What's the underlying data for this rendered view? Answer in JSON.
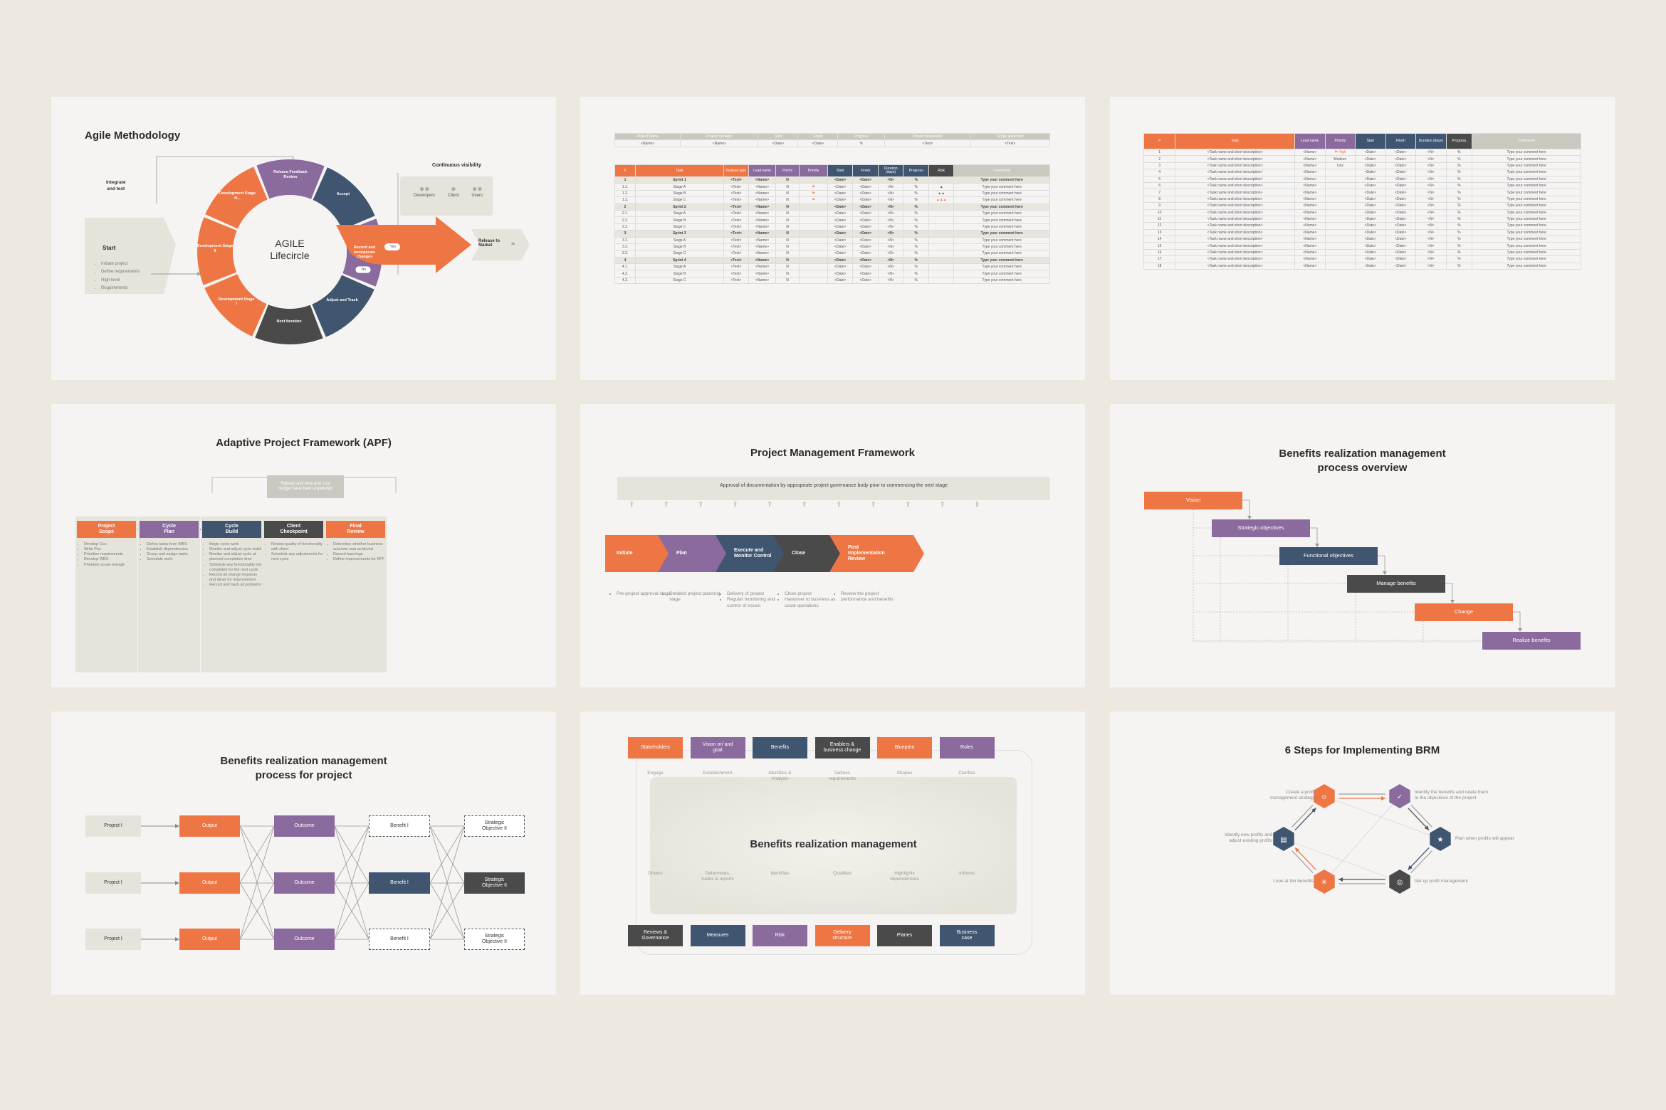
{
  "s1": {
    "title": "Agile Methodology",
    "integrate": "Integrate\nand test",
    "continuous": "Continuous visibility",
    "start": "Start",
    "start_items": [
      "Initiate project",
      "Define requirements",
      "High level",
      "Requirements"
    ],
    "center": "AGILE\nLifecircle",
    "segments": [
      "Release Feedback Review",
      "Accept",
      "Record and incorporate changes",
      "Adjust and Track",
      "Next Iteration",
      "Development Stage I",
      "Development Stage II",
      "Development Stage N..."
    ],
    "yes": "Yes",
    "no": "No",
    "release": "Release to\nMarket",
    "people": [
      "Developers",
      "Client",
      "Users"
    ]
  },
  "s2": {
    "top_headers": [
      "Project Name",
      "Project manager",
      "Start",
      "Finish",
      "Progress",
      "Project deliverable",
      "Scope statement"
    ],
    "top_values": [
      "<Name>",
      "<Name>",
      "<Date>",
      "<Date>",
      "%",
      "<Text>",
      "<Text>"
    ],
    "headers": [
      "#",
      "Task",
      "Feature type",
      "Lead name",
      "Points",
      "Priority",
      "Start",
      "Finish",
      "Duration (days)",
      "Progress",
      "Risk",
      "Comments"
    ],
    "rows": [
      [
        "1",
        "Sprint 1",
        "<Text>",
        "<Name>",
        "N",
        "",
        "<Date>",
        "<Date>",
        "<N>",
        "%",
        "",
        "Type your comment here"
      ],
      [
        "1.1.",
        "Stage A",
        "<Text>",
        "<Name>",
        "N",
        "flag",
        "<Date>",
        "<Date>",
        "<N>",
        "%",
        "r1",
        "Type your comment here"
      ],
      [
        "1.2.",
        "Stage B",
        "<Text>",
        "<Name>",
        "N",
        "flag",
        "<Date>",
        "<Date>",
        "<N>",
        "%",
        "r2",
        "Type your comment here"
      ],
      [
        "1.3.",
        "Stage C",
        "<Text>",
        "<Name>",
        "N",
        "flag",
        "<Date>",
        "<Date>",
        "<N>",
        "%",
        "r3",
        "Type your comment here"
      ],
      [
        "2",
        "Sprint 2",
        "<Text>",
        "<Name>",
        "N",
        "",
        "<Date>",
        "<Date>",
        "<N>",
        "%",
        "",
        "Type your comment here"
      ],
      [
        "2.1.",
        "Stage A",
        "<Text>",
        "<Name>",
        "N",
        "",
        "<Date>",
        "<Date>",
        "<N>",
        "%",
        "",
        "Type your comment here"
      ],
      [
        "2.2.",
        "Stage B",
        "<Text>",
        "<Name>",
        "N",
        "",
        "<Date>",
        "<Date>",
        "<N>",
        "%",
        "",
        "Type your comment here"
      ],
      [
        "2.3.",
        "Stage C",
        "<Text>",
        "<Name>",
        "N",
        "",
        "<Date>",
        "<Date>",
        "<N>",
        "%",
        "",
        "Type your comment here"
      ],
      [
        "3",
        "Sprint 3",
        "<Text>",
        "<Name>",
        "N",
        "",
        "<Date>",
        "<Date>",
        "<N>",
        "%",
        "",
        "Type your comment here"
      ],
      [
        "3.1.",
        "Stage A",
        "<Text>",
        "<Name>",
        "N",
        "",
        "<Date>",
        "<Date>",
        "<N>",
        "%",
        "",
        "Type your comment here"
      ],
      [
        "3.2.",
        "Stage B",
        "<Text>",
        "<Name>",
        "N",
        "",
        "<Date>",
        "<Date>",
        "<N>",
        "%",
        "",
        "Type your comment here"
      ],
      [
        "3.3.",
        "Stage C",
        "<Text>",
        "<Name>",
        "N",
        "",
        "<Date>",
        "<Date>",
        "<N>",
        "%",
        "",
        "Type your comment here"
      ],
      [
        "4",
        "Sprint 4",
        "<Text>",
        "<Name>",
        "N",
        "",
        "<Date>",
        "<Date>",
        "<N>",
        "%",
        "",
        "Type your comment here"
      ],
      [
        "4.1.",
        "Stage A",
        "<Text>",
        "<Name>",
        "N",
        "",
        "<Date>",
        "<Date>",
        "<N>",
        "%",
        "",
        "Type your comment here"
      ],
      [
        "4.2.",
        "Stage B",
        "<Text>",
        "<Name>",
        "N",
        "",
        "<Date>",
        "<Date>",
        "<N>",
        "%",
        "",
        "Type your comment here"
      ],
      [
        "4.3.",
        "Stage C",
        "<Text>",
        "<Name>",
        "N",
        "",
        "<Date>",
        "<Date>",
        "<N>",
        "%",
        "",
        "Type your comment here"
      ]
    ]
  },
  "s3": {
    "headers": [
      "#",
      "Task",
      "Lead name",
      "Priority",
      "Start",
      "Finish",
      "Duration (days)",
      "Progress",
      "Comments"
    ],
    "task": "<Task name and short description>",
    "name": "<Name>",
    "date": "<Date>",
    "n": "<N>",
    "pct": "%",
    "comment": "Type your comment here",
    "priorities": [
      "High",
      "Medium",
      "Low"
    ],
    "count": 18
  },
  "s4": {
    "title": "Adaptive Project Framework (APF)",
    "repeat": "Repeat until time and cost\nbudget have been expended",
    "steps": [
      {
        "label": "Project\nScope",
        "items": [
          "Develop Cos",
          "Write Pos",
          "Prioritize requirements",
          "Develop WBS",
          "Prioritize scope triangle"
        ]
      },
      {
        "label": "Cycle\nPlan",
        "items": [
          "Define tasks from WBS",
          "Establish dependencies",
          "Group and assign tasks",
          "Schedule work"
        ]
      },
      {
        "label": "Cycle\nBuild",
        "items": [
          "Begin cycle work",
          "Monitor and adjust cycle build",
          "Monitor and adjust cycle at planned completion time",
          "Schedule any functionality not completed for the next cycle",
          "Record all change requests and ideas for improvement",
          "Record and track all problems"
        ]
      },
      {
        "label": "Client\nCheckpoint",
        "items": [
          "Review quality of functionality with client",
          "Schedule any adjustments for next cycle"
        ]
      },
      {
        "label": "Final\nReview",
        "items": [
          "Determine whether business outcome was achieved",
          "Record learnings",
          "Define improvements for APF"
        ]
      }
    ]
  },
  "s5": {
    "title": "Project Management Framework",
    "banner": "Approval of documentation by appropriate project governance body prior to commencing the next stage",
    "phases": [
      {
        "label": "Initiate",
        "items": [
          "Pre-project approval stage"
        ]
      },
      {
        "label": "Plan",
        "items": [
          "Detailed project planning stage"
        ]
      },
      {
        "label": "Execute and\nMonitor Control",
        "items": [
          "Delivery of project",
          "Regular monitoring and control of issues"
        ]
      },
      {
        "label": "Close",
        "items": [
          "Close project",
          "Handover to business as usual operations"
        ]
      },
      {
        "label": "Post\nImplementation\nReview",
        "items": [
          "Review the project performance and benefits"
        ]
      }
    ]
  },
  "s6": {
    "title": "Benefits realization management\nprocess overview",
    "steps": [
      "Vision",
      "Strategic objectives",
      "Functional objectives",
      "Manage benefits",
      "Change",
      "Realize benefits"
    ]
  },
  "s7": {
    "title": "Benefits realization management\nprocess for project",
    "project": "Project I",
    "output": "Output",
    "outcome": "Outcome",
    "benefit": "Benefit I",
    "objective": "Strategic\nObjective II"
  },
  "s8": {
    "top": [
      "Stakeholders",
      "Vision or/ and\ngoal",
      "Benefits",
      "Enablers &\nbusiness change",
      "Blueprint",
      "Roles"
    ],
    "top_sub": [
      "Engage",
      "Establishment",
      "Identifies &\nAnalysis",
      "Defines\nrequirements",
      "Shapes",
      "Clarifies"
    ],
    "center": "Benefits realization management",
    "bottom_sub": [
      "Drivers",
      "Determines,\ntracks & reports",
      "Identifies",
      "Qualified",
      "Highlights\ndependencies",
      "Informs"
    ],
    "bottom": [
      "Reviews &\nGovernance",
      "Measures",
      "Risk",
      "Delivery\nstructure",
      "Planes",
      "Business\ncase"
    ]
  },
  "s9": {
    "title": "6 Steps for Implementing BRM",
    "steps": [
      "Create a profit\nmanagement strategy",
      "Identify the benefits and relate them\nto the objectives of the project",
      "Plan when profits will appear",
      "Set up profit management",
      "Look at the benefits",
      "Identify new profits and\nadjust existing profits"
    ]
  },
  "colors": {
    "orange": "#ee7644",
    "purple": "#8b6b9e",
    "navy": "#3f5570",
    "dark": "#4a4a4a",
    "beige": "#e5e3da",
    "background": "#ede9e1",
    "card": "#f6f4f3"
  }
}
